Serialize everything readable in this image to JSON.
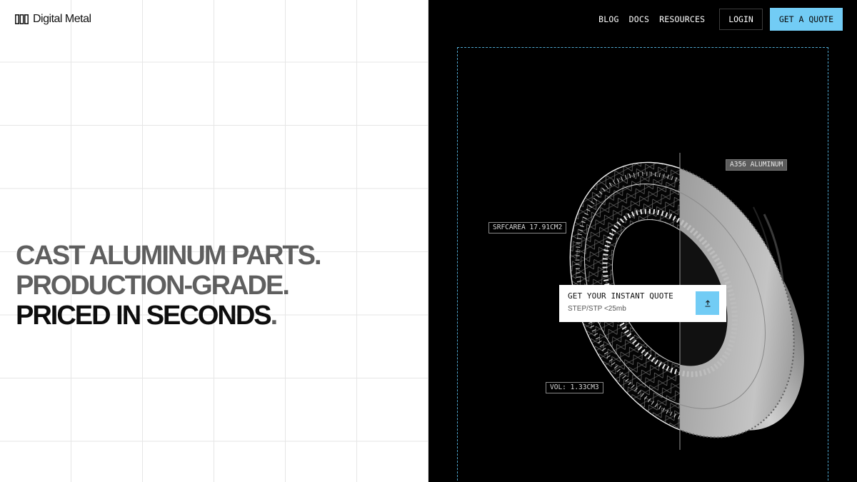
{
  "brand": {
    "name": "Digital Metal",
    "logo_icon": "stacked-bars-logo-icon"
  },
  "nav": {
    "links": [
      "BLOG",
      "DOCS",
      "RESOURCES"
    ],
    "login_label": "LOGIN",
    "cta_label": "GET A QUOTE"
  },
  "hero": {
    "line1": "CAST ALUMINUM PARTS.",
    "line2": "PRODUCTION-GRADE.",
    "line3": "PRICED IN SECONDS",
    "line3_suffix": "."
  },
  "visual": {
    "material_tag": "A356 ALUMINUM",
    "area_tag": "SRFCAREA 17.91CM2",
    "volume_tag": "VOL: 1.33CM3"
  },
  "quote_card": {
    "title": "GET YOUR INSTANT QUOTE",
    "subtitle": "STEP/STP <25mb",
    "upload_icon": "upload-icon"
  },
  "colors": {
    "accent": "#72ccf5",
    "panel_dark": "#000000",
    "headline_muted": "#5f5f5f",
    "headline_strong": "#0d0d0d",
    "frame_dash": "#4fa7cf"
  }
}
